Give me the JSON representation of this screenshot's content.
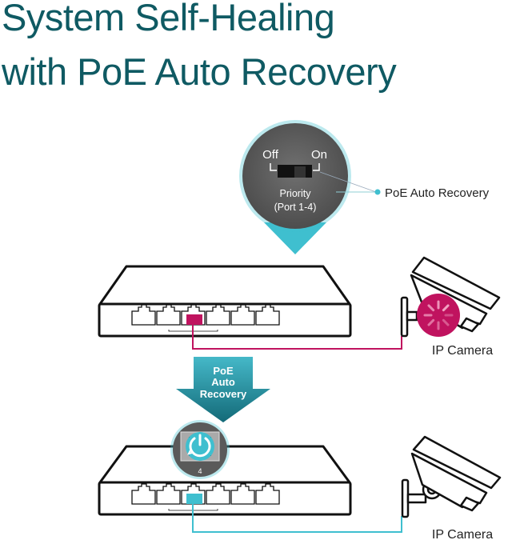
{
  "title": {
    "line1": "System Self-Healing",
    "line2": "with PoE Auto Recovery"
  },
  "callout": {
    "switch_off_label": "Off",
    "switch_on_label": "On",
    "switch_caption_line1": "Priority",
    "switch_caption_line2": "(Port 1-4)",
    "pointer_label": "PoE Auto Recovery"
  },
  "top_scene": {
    "camera_label": "IP Camera",
    "status": "loading",
    "port_highlight_color": "#c0135f"
  },
  "arrow": {
    "line1": "PoE",
    "line2": "Auto",
    "line3": "Recovery"
  },
  "bottom_scene": {
    "port_number": "4",
    "camera_label": "IP Camera",
    "status": "recovered",
    "port_highlight_color": "#3fbfcf"
  },
  "colors": {
    "title": "#0f5a63",
    "teal": "#3fbfcf",
    "magenta": "#c0135f",
    "dark_teal_arrow": "#1a7d8c"
  }
}
